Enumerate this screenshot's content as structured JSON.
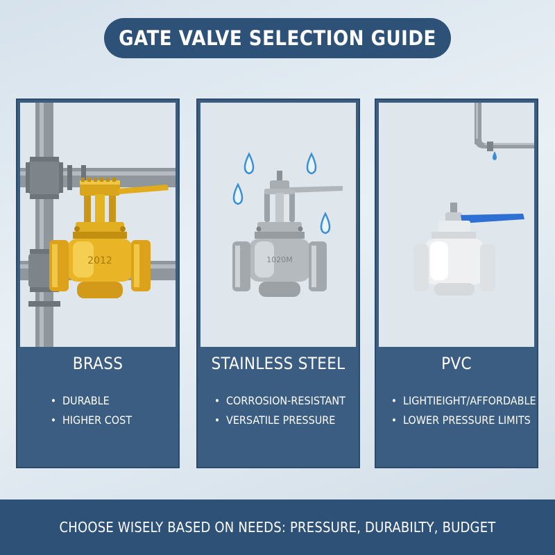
{
  "title": "GATE VALVE SELECTION GUIDE",
  "cards": [
    {
      "name": "BRASS",
      "valve_marking": "2012",
      "points": [
        "DURABLE",
        "HIGHER COST"
      ],
      "accent": "#e3b21f"
    },
    {
      "name": "STAINLESS STEEL",
      "valve_marking": "1020M",
      "points": [
        "CORROSION-RESISTANT",
        "VERSATILE PRESSURE"
      ],
      "accent": "#9ea3a8"
    },
    {
      "name": "PVC",
      "points": [
        "LIGHTIEIGHT/AFFORDABLE",
        "LOWER PRESSURE LIMITS"
      ],
      "accent": "#2e6fd4"
    }
  ],
  "footer": "CHOOSE WISELY BASED ON NEEDS: PRESSURE, DURABILTY, BUDGET",
  "icons": [
    "pipe-fitting-icon",
    "water-drop-icon",
    "dripping-pipe-icon",
    "gate-valve-icon"
  ]
}
